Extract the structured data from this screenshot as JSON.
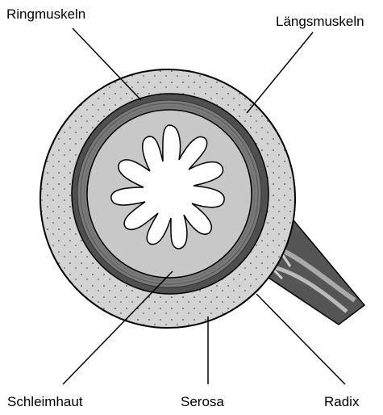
{
  "labels": {
    "ringmuskeln": "Ringmuskeln",
    "laengsmuskeln": "Längsmuskeln",
    "schleimhaut": "Schleimhaut",
    "serosa": "Serosa",
    "radix": "Radix"
  },
  "colors": {
    "serosa_fill": "#d3d3d3",
    "muscle_fill": "#7a7a7a",
    "muscle_dark": "#4a4a4a",
    "mucosa_fill": "#c8c8c8",
    "lumen_fill": "#ffffff",
    "outline": "#000000",
    "radix_dark": "#555555",
    "radix_light": "#a0a0a0"
  }
}
